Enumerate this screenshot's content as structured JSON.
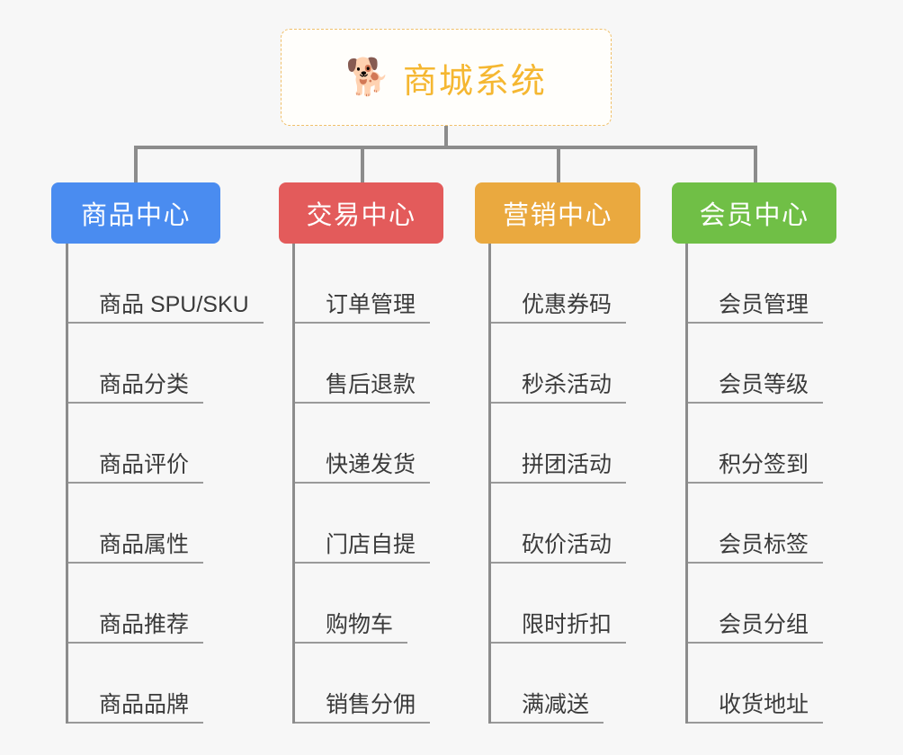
{
  "canvas": {
    "background": "#f7f7f7",
    "line_color": "#8c8c8c"
  },
  "root": {
    "icon": "shiba-dog-face-icon",
    "emoji": "🐕",
    "title": "商城系统",
    "title_color": "#f5b731",
    "border_color": "#f0c06a",
    "fill": "#fffefb"
  },
  "categories": [
    {
      "label": "商品中心",
      "color": "#4a8cf0",
      "items": [
        "商品 SPU/SKU",
        "商品分类",
        "商品评价",
        "商品属性",
        "商品推荐",
        "商品品牌"
      ]
    },
    {
      "label": "交易中心",
      "color": "#e35b5b",
      "items": [
        "订单管理",
        "售后退款",
        "快递发货",
        "门店自提",
        "购物车",
        "销售分佣"
      ]
    },
    {
      "label": "营销中心",
      "color": "#eaa93f",
      "items": [
        "优惠券码",
        "秒杀活动",
        "拼团活动",
        "砍价活动",
        "限时折扣",
        "满减送"
      ]
    },
    {
      "label": "会员中心",
      "color": "#70bf46",
      "items": [
        "会员管理",
        "会员等级",
        "积分签到",
        "会员标签",
        "会员分组",
        "收货地址"
      ]
    }
  ]
}
